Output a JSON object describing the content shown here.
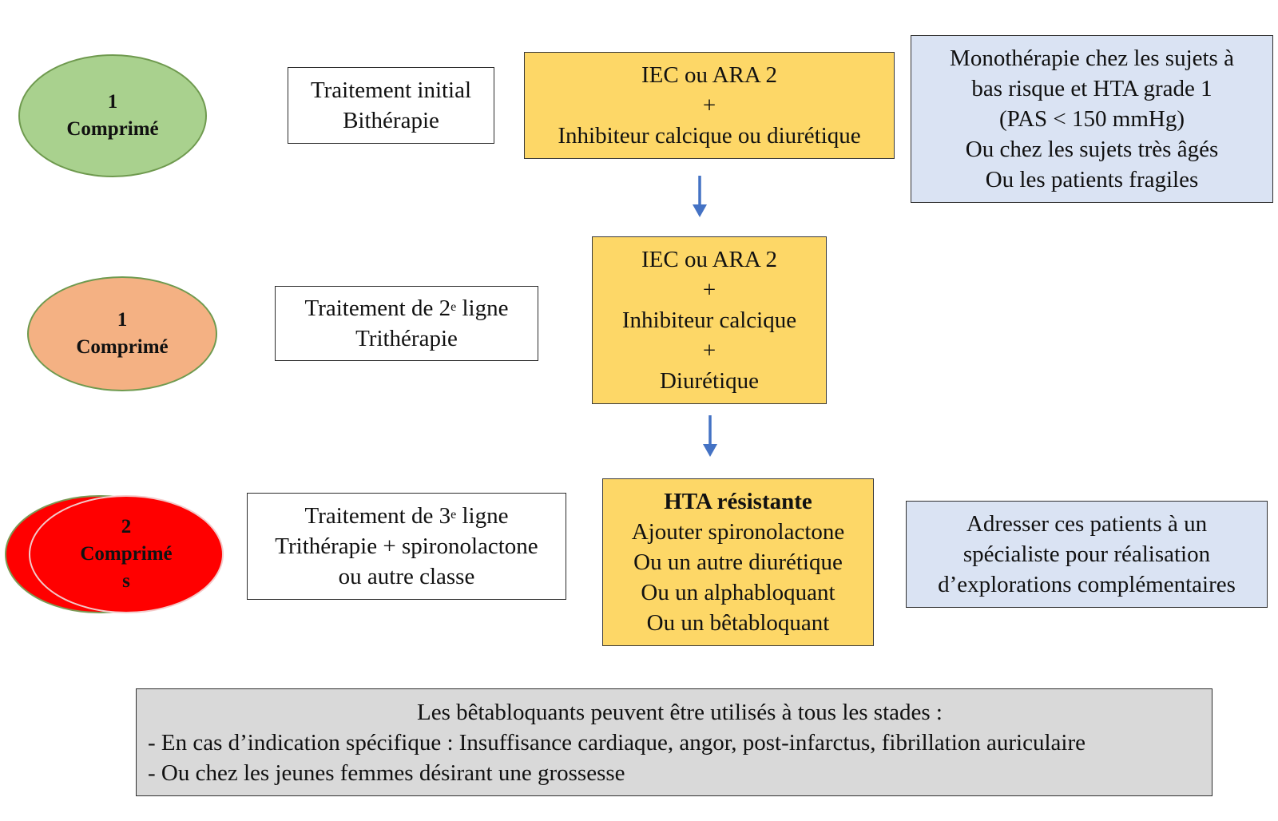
{
  "rows": [
    {
      "pill": {
        "count": "1",
        "label": "Comprimé",
        "color": "#a9d18e"
      },
      "step": {
        "line1": "Traitement initial",
        "line2": "Bithérapie"
      },
      "treatment": [
        "IEC ou ARA 2",
        "+",
        "Inhibiteur calcique ou diurétique"
      ],
      "side_note": [
        "Monothérapie chez les sujets à",
        "bas risque et HTA grade 1",
        "(PAS < 150 mmHg)",
        "Ou chez les sujets très âgés",
        "Ou les patients fragiles"
      ]
    },
    {
      "pill": {
        "count": "1",
        "label": "Comprimé",
        "color": "#f4b183"
      },
      "step": {
        "line1_pre": "Traitement de 2",
        "line1_sup": "e",
        "line1_post": " ligne",
        "line2": "Trithérapie"
      },
      "treatment": [
        "IEC ou ARA 2",
        "+",
        "Inhibiteur calcique",
        "+",
        "Diurétique"
      ]
    },
    {
      "pill": {
        "count": "2",
        "label_a": "Comprimé",
        "label_b": "s",
        "color": "#ff0000"
      },
      "step": {
        "line1_pre": "Traitement de 3",
        "line1_sup": "e",
        "line1_post": " ligne",
        "line2": "Trithérapie + spironolactone",
        "line3": "ou autre classe"
      },
      "treatment_title": "HTA résistante",
      "treatment": [
        "Ajouter spironolactone",
        "Ou un autre diurétique",
        "Ou un alphabloquant",
        "Ou un bêtabloquant"
      ],
      "side_note": [
        "Adresser ces patients à un",
        "spécialiste pour réalisation",
        "d’explorations complémentaires"
      ]
    }
  ],
  "footer_note": {
    "title": "Les bêtabloquants peuvent être utilisés à tous les stades :",
    "items": [
      "- En cas d’indication spécifique : Insuffisance cardiaque, angor, post-infarctus, fibrillation auriculaire",
      "- Ou chez les jeunes femmes désirant une grossesse"
    ]
  },
  "colors": {
    "arrow": "#4472c4",
    "treatment_box": "#fdd767",
    "side_note_box": "#dae3f3",
    "footer_box": "#d9d9d9"
  }
}
